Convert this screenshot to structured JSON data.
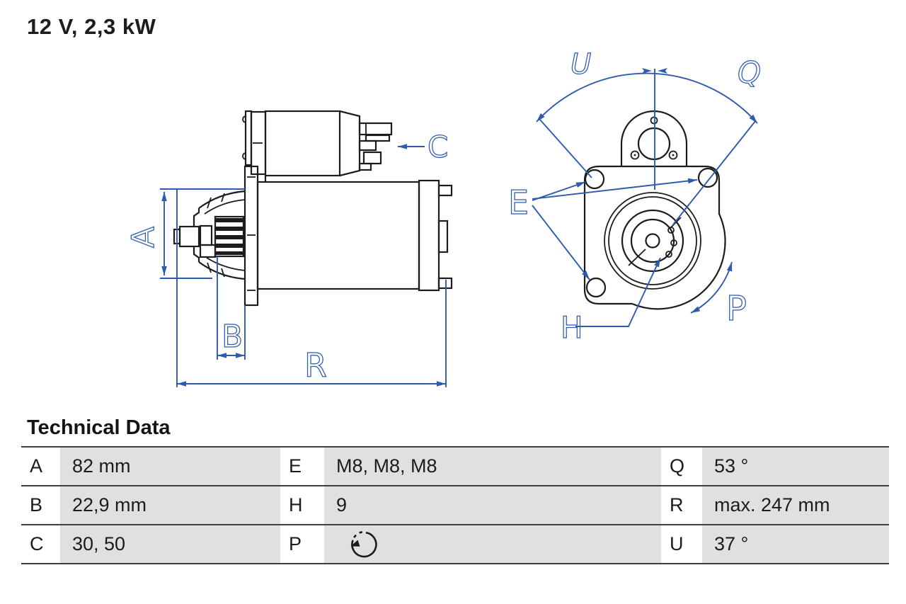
{
  "title": "12 V, 2,3 kW",
  "diagram": {
    "side_view_labels": {
      "a": "A",
      "b": "B",
      "c": "C",
      "r": "R"
    },
    "front_view_labels": {
      "u": "U",
      "q": "Q",
      "e": "E",
      "h": "H",
      "p": "P"
    }
  },
  "colors": {
    "dimension_blue": "#2e5bae",
    "line_black": "#1c1c1c",
    "table_value_gray": "#e0e0e0",
    "table_rule_gray": "#3f3f3f"
  },
  "technical_data": {
    "heading": "Technical Data",
    "rows": [
      {
        "l1": "A",
        "v1": "82 mm",
        "l2": "E",
        "v2": "M8, M8, M8",
        "l3": "Q",
        "v3": "53 °"
      },
      {
        "l1": "B",
        "v1": "22,9 mm",
        "l2": "H",
        "v2": "9",
        "l3": "R",
        "v3": "max. 247 mm"
      },
      {
        "l1": "C",
        "v1": "30, 50",
        "l2": "P",
        "v2": "",
        "v2_icon": "rotation-direction-arrow",
        "l3": "U",
        "v3": "37 °"
      }
    ]
  }
}
